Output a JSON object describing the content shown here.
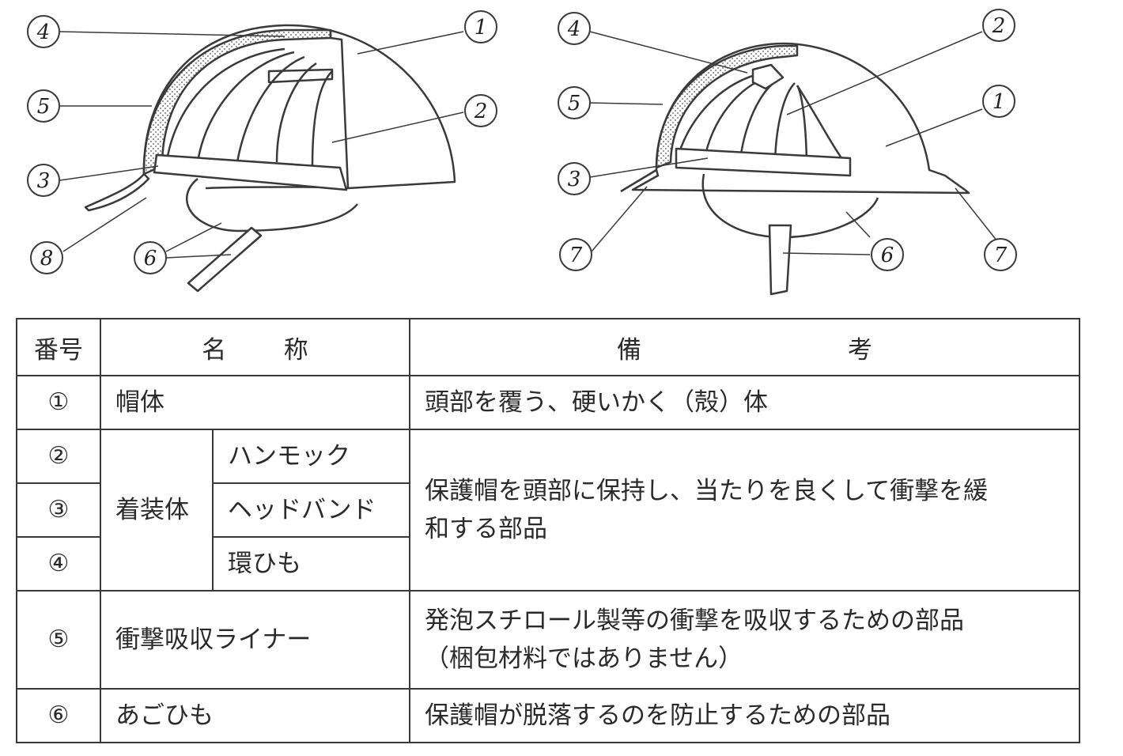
{
  "diagrams": {
    "left": {
      "labels": [
        "4",
        "5",
        "3",
        "8",
        "6",
        "1",
        "2"
      ]
    },
    "right": {
      "labels": [
        "4",
        "5",
        "3",
        "7",
        "2",
        "1",
        "6",
        "7"
      ]
    }
  },
  "table": {
    "headers": {
      "number": "番号",
      "name_chars": [
        "名",
        "称"
      ],
      "remarks_chars": [
        "備",
        "考"
      ]
    },
    "rows": [
      {
        "num": "①",
        "name": "帽体",
        "remark": "頭部を覆う、硬いかく（殻）体"
      },
      {
        "num": "②",
        "group": "着装体",
        "name": "ハンモック",
        "remark_lines": [
          "保護帽を頭部に保持し、当たりを良くして衝撃を緩",
          "和する部品"
        ]
      },
      {
        "num": "③",
        "name": "ヘッドバンド"
      },
      {
        "num": "④",
        "name": "環ひも"
      },
      {
        "num": "⑤",
        "name": "衝撃吸収ライナー",
        "remark_lines": [
          "発泡スチロール製等の衝撃を吸収するための部品",
          "（梱包材料ではありません）"
        ]
      },
      {
        "num": "⑥",
        "name": "あごひも",
        "remark": "保護帽が脱落するのを防止するための部品"
      }
    ]
  }
}
